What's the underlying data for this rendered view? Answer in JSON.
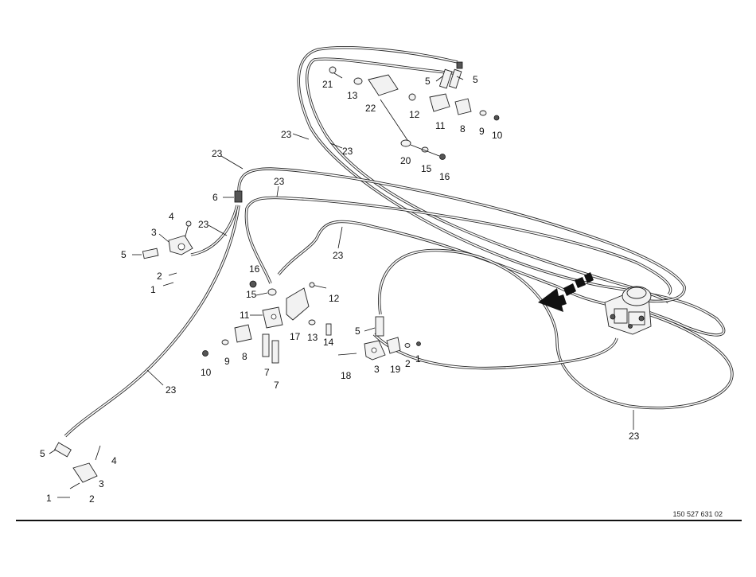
{
  "document_number": "150 527 631 02",
  "callouts": {
    "c23a": "23",
    "c23b": "23",
    "c23c": "23",
    "c23d": "23",
    "c23e": "23",
    "c23f": "23",
    "c23g": "23",
    "c23h": "23",
    "c21": "21",
    "c13a": "13",
    "c22": "22",
    "c5a": "5",
    "c5b": "5",
    "c12a": "12",
    "c11a": "11",
    "c8a": "8",
    "c9a": "9",
    "c10a": "10",
    "c20": "20",
    "c15a": "15",
    "c16a": "16",
    "c6": "6",
    "c4a": "4",
    "c3a": "3",
    "c5c": "5",
    "c2a": "2",
    "c1a": "1",
    "c16b": "16",
    "c15b": "15",
    "c12b": "12",
    "c11b": "11",
    "c17": "17",
    "c13b": "13",
    "c14": "14",
    "c8b": "8",
    "c9b": "9",
    "c10b": "10",
    "c7a": "7",
    "c7b": "7",
    "c5d": "5",
    "c18": "18",
    "c3b": "3",
    "c19": "19",
    "c2b": "2",
    "c1b": "1",
    "c5e": "5",
    "c4b": "4",
    "c3c": "3",
    "c1c": "1",
    "c2c": "2"
  }
}
